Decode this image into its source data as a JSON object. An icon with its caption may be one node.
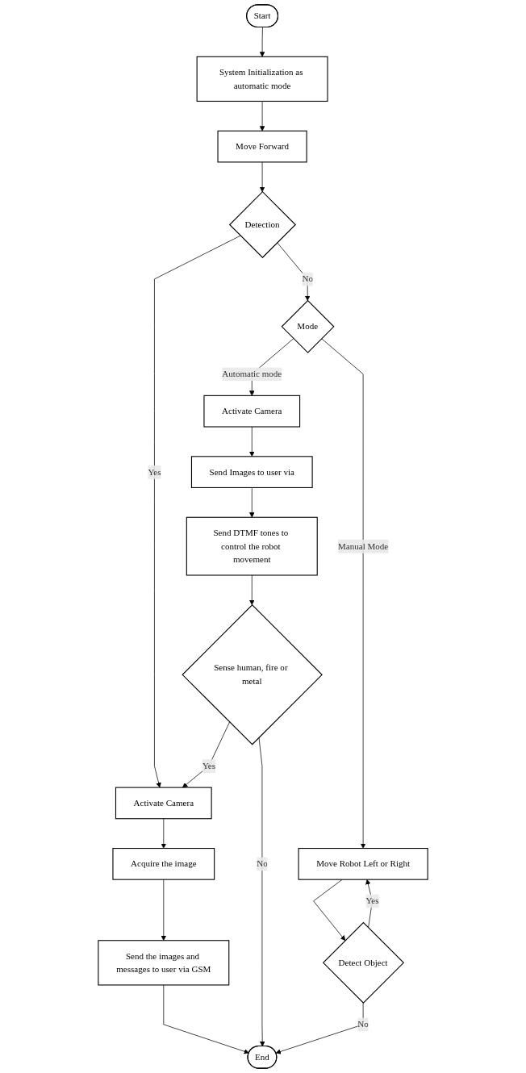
{
  "diagram": {
    "nodes": [
      {
        "text": [
          "Start"
        ]
      },
      {
        "text": [
          "System Initialization as automatic mode"
        ]
      },
      {
        "text": [
          "Move Forward"
        ]
      },
      {
        "text": [
          "Detection"
        ]
      },
      {
        "text": [
          "Mode"
        ]
      },
      {
        "text": [
          "Activate Camera"
        ]
      },
      {
        "text": [
          "Activate Camera"
        ]
      },
      {
        "text": [
          "Move Robot Left or Right"
        ]
      },
      {
        "text": [
          "Acquire the image"
        ]
      },
      {
        "text": [
          "Send Images to user via"
        ]
      },
      {
        "text": [
          "Send the images and messages to user via GSM"
        ]
      },
      {
        "text": [
          "Send DTMF tones to control the robot movement"
        ]
      },
      {
        "text": [
          "Detect Object"
        ]
      },
      {
        "text": [
          "Sense human, fire or metal"
        ]
      },
      {
        "text": [
          "End"
        ]
      }
    ],
    "edges": [
      {
        "from": 0,
        "to": 1,
        "arrow": "to"
      },
      {
        "from": 1,
        "to": 2,
        "arrow": "to"
      },
      {
        "from": 2,
        "to": 3,
        "arrow": "to"
      },
      {
        "from": 3,
        "to": 5,
        "arrow": "to",
        "label": "Yes"
      },
      {
        "from": 3,
        "to": 4,
        "arrow": "to",
        "label": "No"
      },
      {
        "from": 4,
        "to": 6,
        "arrow": "to",
        "label": "Automatic mode"
      },
      {
        "from": 4,
        "to": 7,
        "arrow": "to",
        "label": "Manual Mode"
      },
      {
        "from": 6,
        "to": 9,
        "arrow": "to"
      },
      {
        "from": 9,
        "to": 11,
        "arrow": "to"
      },
      {
        "from": 11,
        "to": 13,
        "arrow": "to"
      },
      {
        "from": 13,
        "to": 5,
        "arrow": "to",
        "label": "Yes"
      },
      {
        "from": 13,
        "to": 14,
        "arrow": "to",
        "label": "No"
      },
      {
        "from": 7,
        "to": 12,
        "arrow": "to"
      },
      {
        "from": 12,
        "to": 7,
        "arrow": "to",
        "label": "Yes"
      },
      {
        "from": 12,
        "to": 14,
        "arrow": "to",
        "label": "No"
      },
      {
        "from": 5,
        "to": 8,
        "arrow": "to"
      },
      {
        "from": 8,
        "to": 10,
        "arrow": "to"
      },
      {
        "from": 10,
        "to": 14,
        "arrow": "to"
      }
    ]
  }
}
